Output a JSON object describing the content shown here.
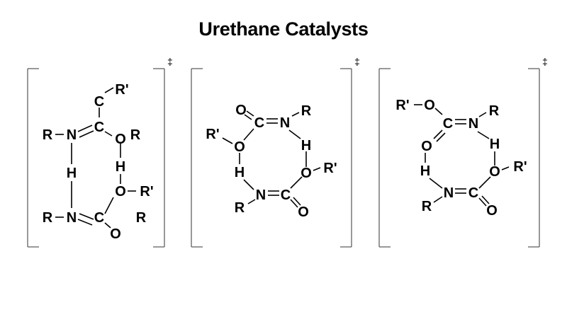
{
  "title": "Urethane Catalysts",
  "structures": [
    {
      "dagger": "‡",
      "atoms": {
        "rprime_top": "R'",
        "c_top": "C",
        "r_left": "R",
        "n_top": "N",
        "c_mid": "C",
        "o_mid": "O",
        "r_mid": "R",
        "h_left": "H",
        "h_mid": "H",
        "o_low": "O",
        "rprime_low": "R'",
        "r_bottom": "R",
        "n_bottom": "N",
        "c_bottom": "C",
        "o_bottom": "O",
        "r_bottom_right": "R"
      }
    },
    {
      "dagger": "‡",
      "atoms": {
        "o_top": "O",
        "c_top": "C",
        "n_top": "N",
        "r_top": "R",
        "rprime_left": "R'",
        "o_left": "O",
        "h_right": "H",
        "h_left": "H",
        "o_right": "O",
        "rprime_right": "R'",
        "n_bottom": "N",
        "c_bottom": "C",
        "r_bottom": "R",
        "o_bottom": "O"
      }
    },
    {
      "dagger": "‡",
      "atoms": {
        "rprime_top": "R'",
        "o_top": "O",
        "c_top": "C",
        "n_top": "N",
        "r_top": "R",
        "o_left": "O",
        "h_right": "H",
        "h_left": "H",
        "o_right": "O",
        "rprime_right": "R'",
        "n_bottom": "N",
        "c_bottom": "C",
        "r_bottom": "R",
        "o_bottom": "O"
      }
    }
  ]
}
